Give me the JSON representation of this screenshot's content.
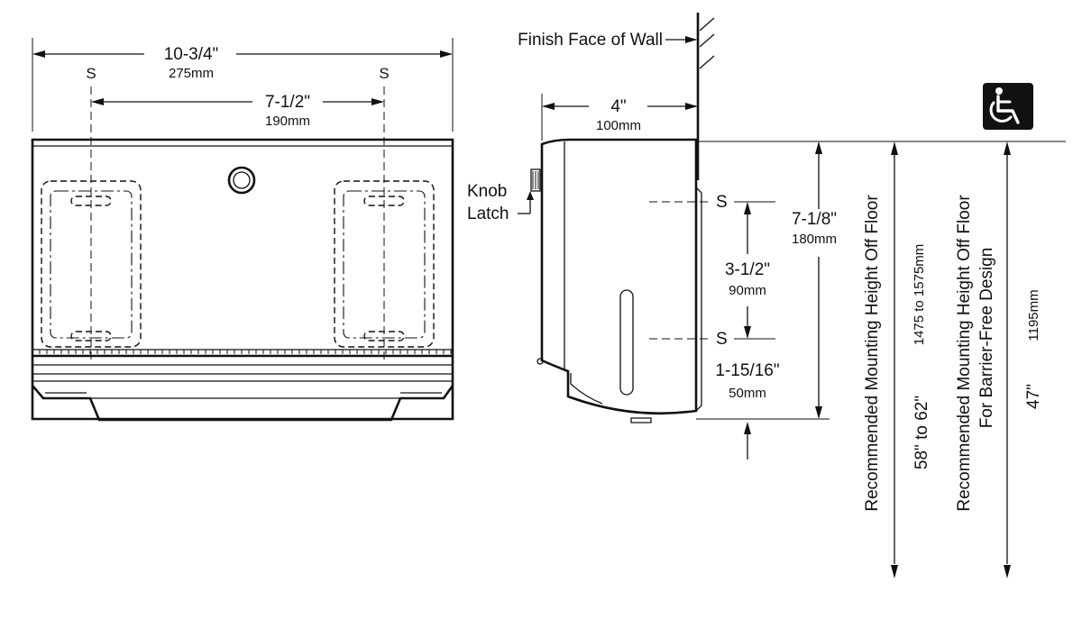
{
  "front_view": {
    "overall_width_in": "10-3/4\"",
    "overall_width_mm": "275mm",
    "slot_spacing_in": "7-1/2\"",
    "slot_spacing_mm": "190mm",
    "slot_label_left": "S",
    "slot_label_right": "S"
  },
  "side_view": {
    "depth_in": "4\"",
    "depth_mm": "100mm",
    "wall_label": "Finish Face of Wall",
    "knob_label_1": "Knob",
    "knob_label_2": "Latch",
    "height_in": "7-1/8\"",
    "height_mm": "180mm",
    "slot_vertical_in": "3-1/2\"",
    "slot_vertical_mm": "90mm",
    "bottom_offset_in": "1-15/16\"",
    "bottom_offset_mm": "50mm",
    "slot_label_top": "S",
    "slot_label_bottom": "S"
  },
  "mounting": {
    "standard_label": "Recommended Mounting Height Off Floor",
    "standard_in": "58\" to 62\"",
    "standard_mm": "1475 to 1575mm",
    "accessible_label_1": "Recommended Mounting Height Off Floor",
    "accessible_label_2": "For Barrier-Free Design",
    "accessible_in": "47\"",
    "accessible_mm": "1195mm"
  },
  "icons": {
    "accessibility": "wheelchair-icon"
  },
  "colors": {
    "line": "#111111",
    "background": "#ffffff"
  }
}
